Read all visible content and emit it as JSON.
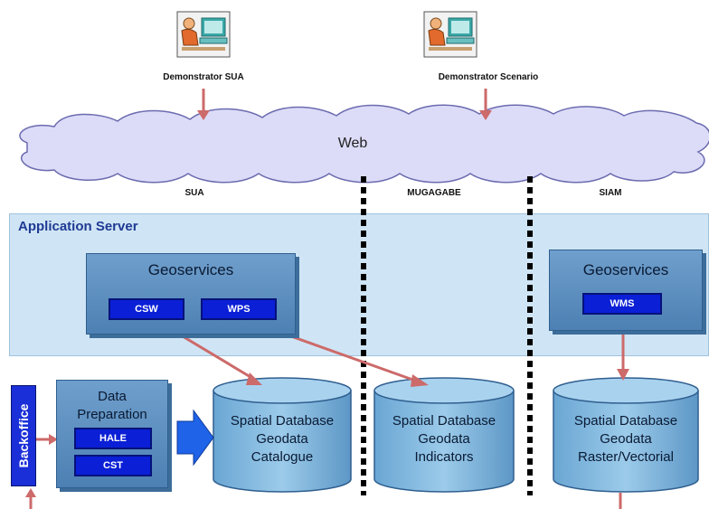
{
  "demonstrators": {
    "left": "Demonstrator SUA",
    "right": "Demonstrator Scenario"
  },
  "web": "Web",
  "columns": {
    "sua": "SUA",
    "mugagabe": "MUGAGABE",
    "siam": "SIAM"
  },
  "app_server": {
    "title": "Application Server",
    "geoservices_left": {
      "title": "Geoservices",
      "csw": "CSW",
      "wps": "WPS"
    },
    "geoservices_right": {
      "title": "Geoservices",
      "wms": "WMS"
    }
  },
  "backoffice": "Backoffice",
  "data_preparation": {
    "line1": "Data",
    "line2": "Preparation",
    "hale": "HALE",
    "cst": "CST"
  },
  "databases": [
    {
      "line1": "Spatial Database",
      "line2": "Geodata",
      "line3": "Catalogue"
    },
    {
      "line1": "Spatial Database",
      "line2": "Geodata",
      "line3": "Indicators"
    },
    {
      "line1": "Spatial Database",
      "line2": "Geodata",
      "line3": "Raster/Vectorial"
    }
  ],
  "colors": {
    "arrow": "#cd6a6a",
    "service_blue": "#0a1fd6",
    "cloud": "#dcdcf8",
    "server_bg": "#cfe5f5",
    "db_fill": "#8bbde0"
  }
}
